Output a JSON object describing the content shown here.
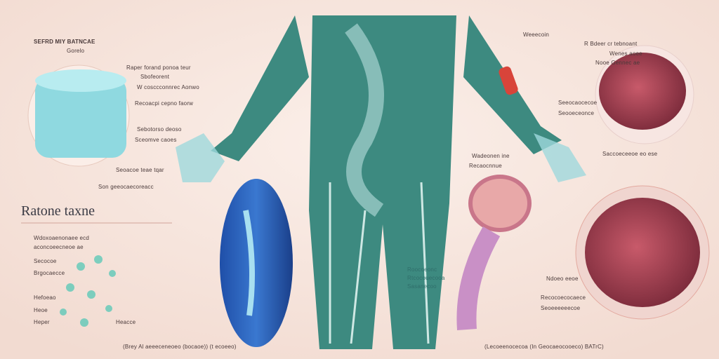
{
  "title": "Ratone taxne",
  "labels_left": [
    "SEFRD MIY BATNCAE",
    "Gorelo",
    "Raper forand ponoa teur",
    "Sbofeorent",
    "W cosccconnrec Aonwo",
    "Recoacpi cepno faorw",
    "Sebotorso deoso",
    "Sceomve caoes",
    "Seoacoe teae tqar",
    "Son geeocaecoreacc",
    "Wdoxoaenonaee ecd",
    "aconcoeecneoe ae",
    "Secocoe",
    "Brgocaecce",
    "Hefoeao",
    "Heoe",
    "Heper",
    "Heacce"
  ],
  "labels_center": [
    "Roocoeonc",
    "Rtcocouecooa",
    "Sasanecoo",
    "Wadeonen ine",
    "Recaocnnue"
  ],
  "labels_right": [
    "Weeecoin",
    "R Bdeer cr tebnoant",
    "Wenes aoee",
    "Nooe Gennec ae",
    "Seeocaocecoe",
    "Seooeceonce",
    "Saccoeceeoe eo ese",
    "Ndoeo eeoe",
    "Recocoecocaece",
    "Seoeeeeeecoe"
  ],
  "captions": [
    "(Brey Al aeeeceneoeo (bocaoe)) (t ecoeeo)",
    "(Lecoeenocecoa (In Geocaeocooeco) BATrC)"
  ],
  "colors": {
    "background": "#f5e4dc",
    "teal": "#3d8a80",
    "kidney": "#2b5fb8",
    "organ": "#b5495a",
    "cyan": "#8fd9e0"
  }
}
